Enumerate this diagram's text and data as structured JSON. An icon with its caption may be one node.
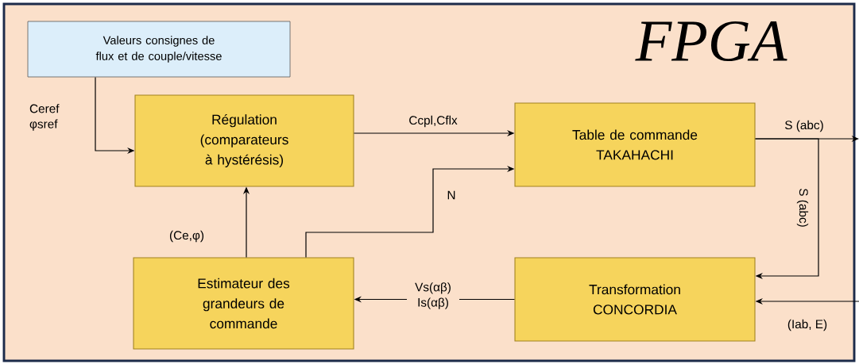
{
  "diagram": {
    "nodes": [
      {
        "text": [
          "FPGA"
        ]
      },
      {
        "text": [
          "Valeurs consignes de flux et de couple/vitesse"
        ],
        "in": 0
      },
      {
        "text": [
          "Régulation (comparateurs à hystérésis)"
        ],
        "in": 0
      },
      {
        "text": [
          "Table de commande TAKAHACHI"
        ],
        "in": 0
      },
      {
        "text": [
          "Estimateur des grandeurs de commande"
        ],
        "in": 0
      },
      {
        "text": [
          "Transformation CONCORDIA"
        ],
        "in": 0
      }
    ],
    "edges": [
      {
        "from": 1,
        "to": 2,
        "arrow": "to",
        "label": "Ceref φsref"
      },
      {
        "from": 2,
        "to": 3,
        "arrow": "to",
        "label": "Ccpl,Cflx"
      },
      {
        "from": 4,
        "to": 2,
        "arrow": "to",
        "label": "(Ce,φ)"
      },
      {
        "from": 4,
        "to": 3,
        "arrow": "to",
        "label": "N"
      },
      {
        "from": 3,
        "to": null,
        "arrow": "to",
        "label": "S (abc)"
      },
      {
        "from": 3,
        "to": 5,
        "arrow": "to",
        "label": "S (abc)"
      },
      {
        "from": null,
        "to": 5,
        "arrow": "to",
        "label": "(Iab, E)"
      },
      {
        "from": 5,
        "to": 4,
        "arrow": "to",
        "label": "Vs(αβ) Is(αβ)"
      }
    ]
  }
}
